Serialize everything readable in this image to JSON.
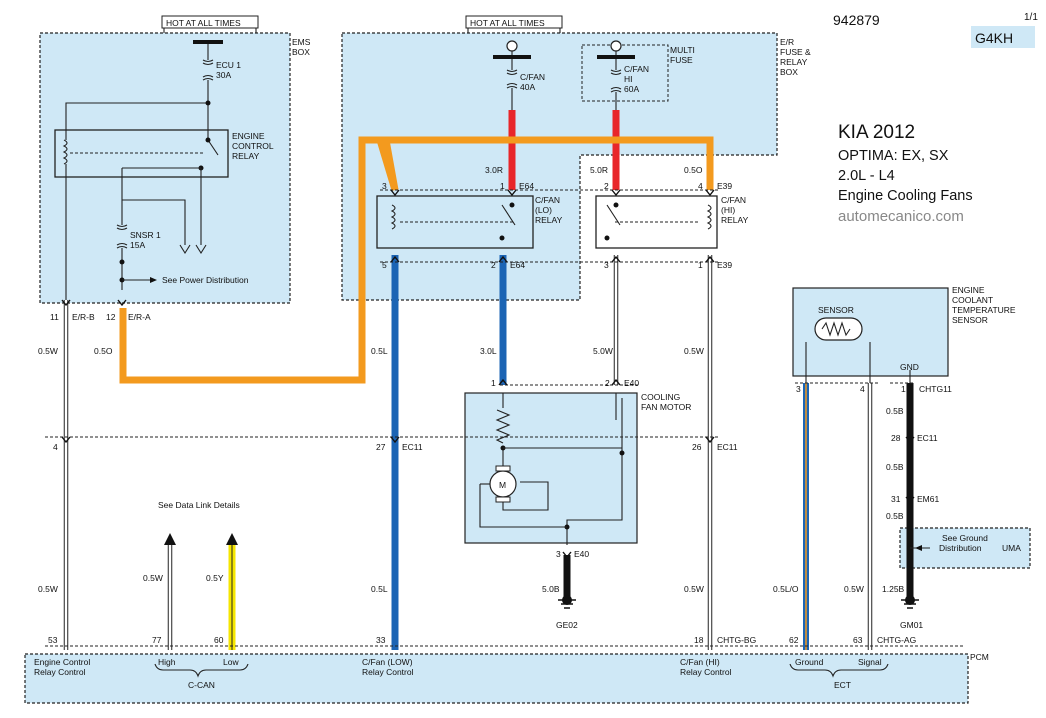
{
  "header": {
    "page": "1/1",
    "doc_number": "942879",
    "engine_code": "G4KH"
  },
  "vehicle": {
    "make_year": "KIA 2012",
    "model": "OPTIMA: EX, SX",
    "engine": "2.0L - L4",
    "system": "Engine Cooling Fans",
    "website": "automecanico.com"
  },
  "labels": {
    "hot1": "HOT AT ALL TIMES",
    "hot2": "HOT AT ALL TIMES",
    "ems_box": [
      "EMS",
      "BOX"
    ],
    "er_box": [
      "E/R",
      "FUSE &",
      "RELAY",
      "BOX"
    ],
    "multi_fuse": [
      "MULTI",
      "FUSE"
    ],
    "ecu_fuse": [
      "ECU 1",
      "30A"
    ],
    "cfan_fuse": [
      "C/FAN",
      "40A"
    ],
    "cfanhi_fuse": [
      "C/FAN",
      "HI",
      "60A"
    ],
    "engine_relay": [
      "ENGINE",
      "CONTROL",
      "RELAY"
    ],
    "snsr_fuse": [
      "SNSR 1",
      "15A"
    ],
    "see_power": "See Power Distribution",
    "lo_relay": [
      "C/FAN",
      "(LO)",
      "RELAY"
    ],
    "hi_relay": [
      "C/FAN",
      "(HI)",
      "RELAY"
    ],
    "motor": [
      "COOLING",
      "FAN MOTOR"
    ],
    "motor_symbol": "M",
    "ect_sensor": [
      "ENGINE",
      "COOLANT",
      "TEMPERATURE",
      "SENSOR"
    ],
    "sensor": "SENSOR",
    "gnd": "GND",
    "see_data_link": "See Data Link Details",
    "see_ground": [
      "See Ground",
      "Distribution"
    ],
    "uma": "UMA",
    "pcm": "PCM",
    "c_can": "C-CAN",
    "ect": "ECT"
  },
  "pins": {
    "p3a": "3",
    "p1a": "1",
    "e64a": "E64",
    "p2a": "2",
    "p4a": "4",
    "e39a": "E39",
    "p5": "5",
    "p2b": "2",
    "e64b": "E64",
    "p3b": "3",
    "p1b": "1",
    "e39b": "E39",
    "p11": "11",
    "erb": "E/R-B",
    "p12": "12",
    "era": "E/R-A",
    "p1c": "1",
    "p2c": "2",
    "e40a": "E40",
    "p3c": "3",
    "e40b": "E40",
    "p4": "4",
    "p27": "27",
    "ec11a": "EC11",
    "p26": "26",
    "ec11b": "EC11",
    "s3": "3",
    "s4": "4",
    "s1": "1",
    "chtg11": "CHTG11",
    "p28": "28",
    "ec11c": "EC11",
    "p31": "31",
    "em61": "EM61",
    "p53": "53",
    "p77": "77",
    "p60": "60",
    "p33": "33",
    "p18": "18",
    "chtgbg": "CHTG-BG",
    "p62": "62",
    "p63": "63",
    "chtgag": "CHTG-AG"
  },
  "wires": {
    "w30r": "3.0R",
    "w50r": "5.0R",
    "w05o_top": "0.5O",
    "w05w_a": "0.5W",
    "w05o": "0.5O",
    "w05l_a": "0.5L",
    "w30l": "3.0L",
    "w50w": "5.0W",
    "w05w_b": "0.5W",
    "w05w_c": "0.5W",
    "w05w_d": "0.5W",
    "w05y": "0.5Y",
    "w05l_b": "0.5L",
    "w05w_e": "0.5W",
    "w50b": "5.0B",
    "ge02": "GE02",
    "w05b_a": "0.5B",
    "w05b_b": "0.5B",
    "w05b_c": "0.5B",
    "w125b": "1.25B",
    "gm01": "GM01",
    "w05lo": "0.5L/O",
    "w05w_f": "0.5W"
  },
  "pcm_pins": {
    "engine_relay": [
      "Engine Control",
      "Relay Control"
    ],
    "high": "High",
    "low": "Low",
    "cfan_low": [
      "C/Fan (LOW)",
      "Relay Control"
    ],
    "cfan_hi": [
      "C/Fan (HI)",
      "Relay Control"
    ],
    "ground": "Ground",
    "signal": "Signal"
  },
  "colors": {
    "box_fill": "#cfe8f6",
    "orange": "#f39a1e",
    "red": "#e8262a",
    "blue": "#1b64b4",
    "yellow": "#f5e600",
    "black": "#111111"
  }
}
